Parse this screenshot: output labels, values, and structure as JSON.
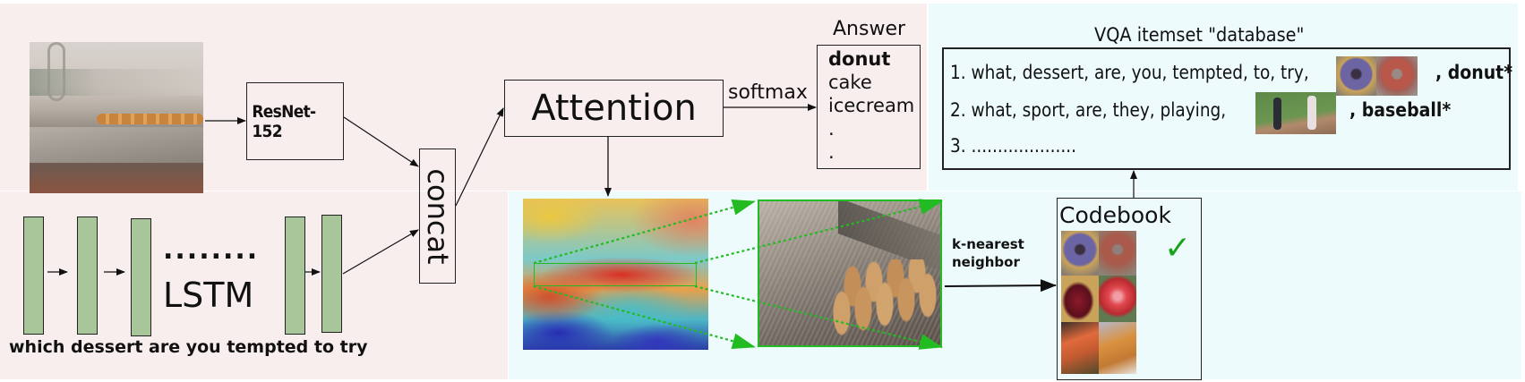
{
  "image_section": {
    "input_image_alt": "donut conveyor belt photo",
    "cnn_label": "ResNet-152"
  },
  "question_section": {
    "lstm_dots": "........",
    "lstm_label": "LSTM",
    "question_text": "which dessert are you tempted to try"
  },
  "fusion": {
    "concat_label": "concat",
    "attention_label": "Attention",
    "softmax_label": "softmax"
  },
  "answer": {
    "title": "Answer",
    "items": [
      {
        "label": "donut",
        "bold": true
      },
      {
        "label": "cake",
        "bold": false
      },
      {
        "label": "icecream",
        "bold": false
      },
      {
        "label": ".",
        "bold": false
      },
      {
        "label": ".",
        "bold": false
      }
    ]
  },
  "database": {
    "title": "VQA itemset \"database\"",
    "rows": [
      {
        "text": "1. what, dessert, are, you, tempted, to, try,",
        "answer": ", donut*",
        "thumbs": [
          "purple-donut",
          "glazed-donut"
        ]
      },
      {
        "text": "2. what, sport, are, they, playing,",
        "answer": ", baseball*",
        "thumbs": [
          "baseball-players"
        ]
      },
      {
        "text": "3. ....................",
        "answer": "",
        "thumbs": []
      }
    ]
  },
  "retrieval": {
    "knn_label_line1": "k-nearest",
    "knn_label_line2": "neighbor",
    "codebook_title": "Codebook",
    "codebook_cells": [
      "purple-donut",
      "glazed-donut",
      "red-pear",
      "red-apple",
      "sliced-fish",
      "pastry"
    ],
    "check_mark": "✓"
  },
  "colors": {
    "panel_pink": "#f9eeee",
    "panel_blue": "#eefbfd",
    "lstm_green": "#a8c69a",
    "highlight_green": "#22bb22",
    "check_green": "#1aa31a"
  }
}
